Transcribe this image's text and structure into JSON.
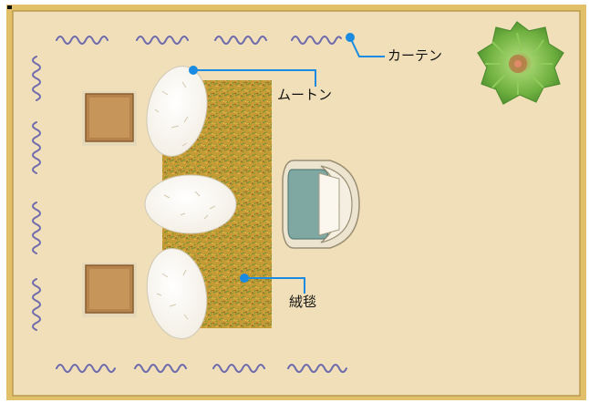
{
  "labels": {
    "curtain": "カーテン",
    "mouton": "ムートン",
    "rug": "絨毯"
  },
  "colors": {
    "floor": "#F0DFB8",
    "frame": "#E2C06A",
    "frame_inner": "#B99B4C",
    "curtain_stroke": "#6E6AAE",
    "callout": "#1A8BE0",
    "stool": "#B6834C",
    "chair": "#7FA8A3",
    "plant": "#6FB040"
  },
  "icons": [
    "curtain-icon",
    "mouton-icon",
    "rug-icon",
    "stool-icon",
    "armchair-icon",
    "plant-icon"
  ]
}
